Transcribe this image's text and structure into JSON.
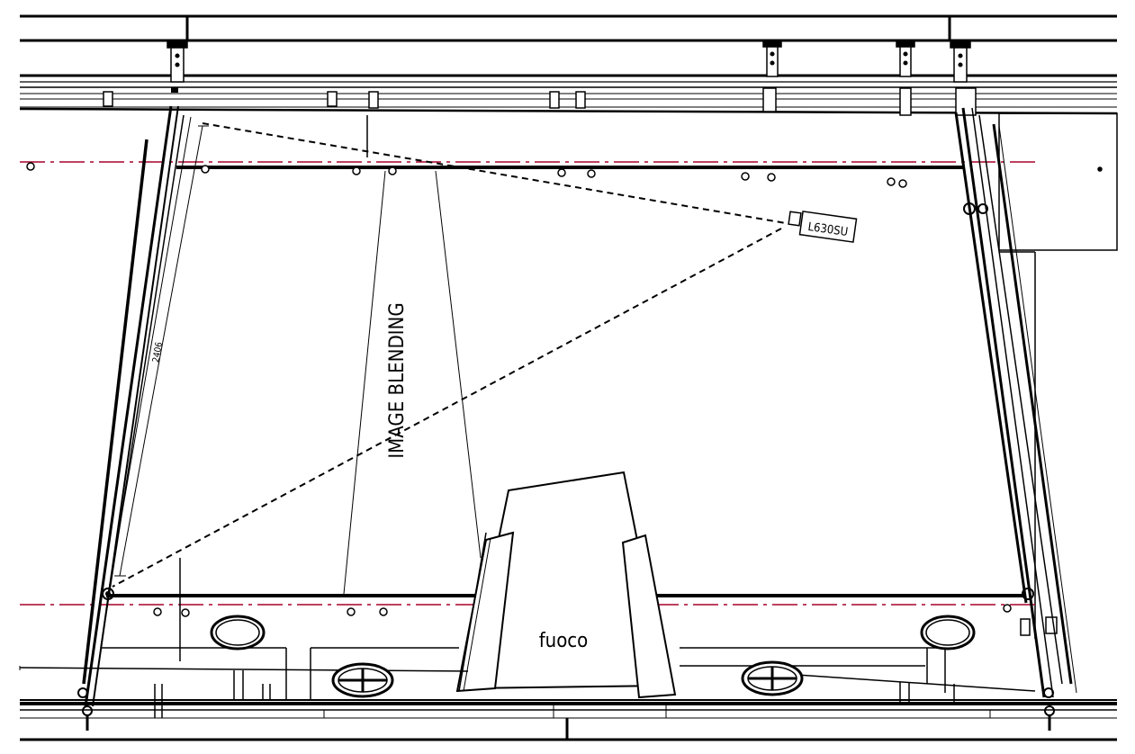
{
  "labels": {
    "image_blending": "IMAGE BLENDING",
    "projector_model": "L630SU",
    "stage_area": "fuoco",
    "dimension": "2406"
  },
  "colors": {
    "line": "#000000",
    "axis_centerline": "#a8002a",
    "background": "#ffffff"
  }
}
